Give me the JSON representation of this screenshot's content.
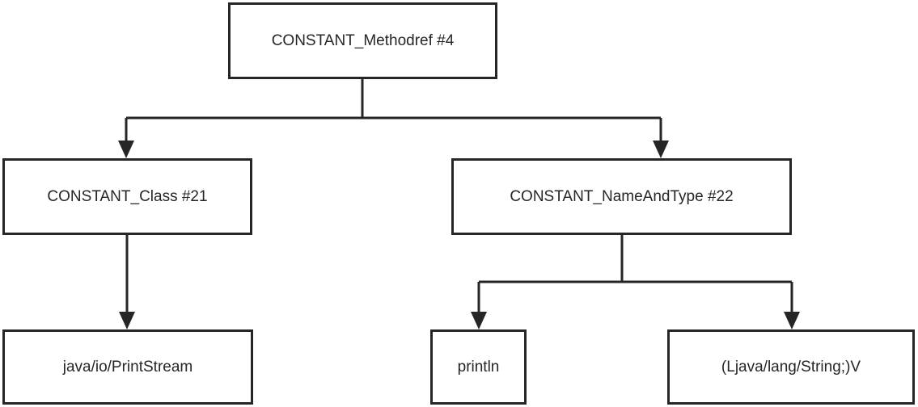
{
  "diagram": {
    "nodes": {
      "root": {
        "label": "CONSTANT_Methodref #4"
      },
      "class_ref": {
        "label": "CONSTANT_Class #21"
      },
      "name_and_type": {
        "label": "CONSTANT_NameAndType #22"
      },
      "class_name": {
        "label": "java/io/PrintStream"
      },
      "method_name": {
        "label": "println"
      },
      "descriptor": {
        "label": "(Ljava/lang/String;)V"
      }
    },
    "edges": [
      {
        "from": "root",
        "to": "class_ref"
      },
      {
        "from": "root",
        "to": "name_and_type"
      },
      {
        "from": "class_ref",
        "to": "class_name"
      },
      {
        "from": "name_and_type",
        "to": "method_name"
      },
      {
        "from": "name_and_type",
        "to": "descriptor"
      }
    ],
    "colors": {
      "stroke": "#262626",
      "background": "#ffffff",
      "text": "#262626"
    }
  }
}
